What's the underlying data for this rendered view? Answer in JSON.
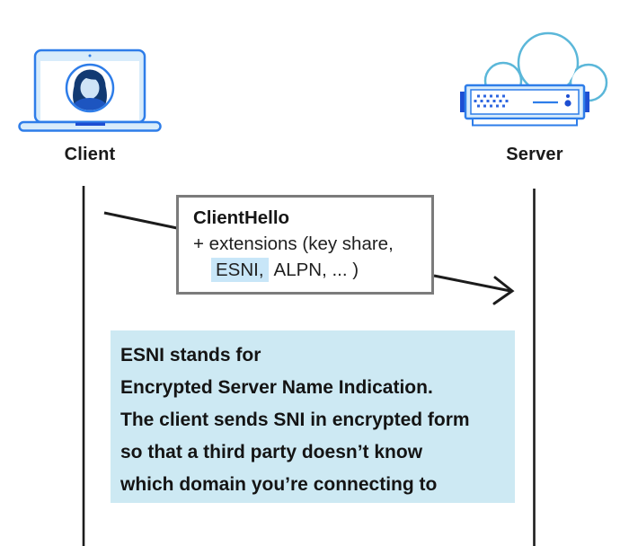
{
  "diagram": {
    "client": {
      "label": "Client"
    },
    "server": {
      "label": "Server"
    },
    "message": {
      "title": "ClientHello",
      "extensions_line": "+ extensions (key share,",
      "esni_token": "ESNI,",
      "rest_tokens": "ALPN, ... )"
    },
    "note": {
      "lines": [
        "ESNI stands for",
        "Encrypted Server Name Indication.",
        "The client sends SNI in encrypted form",
        "so that a third party doesn’t know",
        "which domain you’re connecting to"
      ]
    }
  },
  "colors": {
    "accent_blue": "#2e7de9",
    "light_blue_fill": "#d8ecfb",
    "dark_blue": "#1d4ed2",
    "navy": "#123a72",
    "shirt_blue": "#1d55c0",
    "face_blue": "#cfe4f6",
    "cloud_teal": "#5bb7d9",
    "note_bg": "#cde9f3",
    "chip_bg": "#c8e6f8",
    "box_border": "#7b7b7b",
    "line_color": "#1c1c1c",
    "text_color": "#1a1a1a"
  }
}
